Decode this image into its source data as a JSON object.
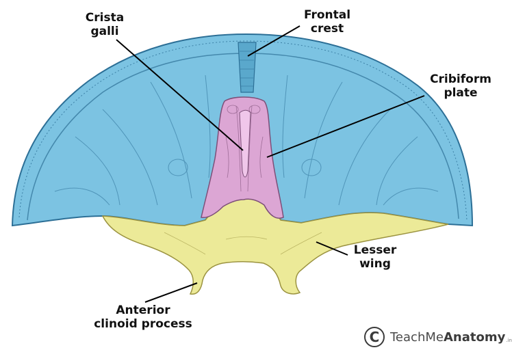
{
  "labels": {
    "crista_galli": [
      "Crista",
      "galli"
    ],
    "frontal_crest": [
      "Frontal",
      "crest"
    ],
    "cribriform_plate": [
      "Cribiform",
      "plate"
    ],
    "lesser_wing": [
      "Lesser",
      "wing"
    ],
    "anterior_clinoid_process": [
      "Anterior",
      "clinoid process"
    ]
  },
  "logo": {
    "mark": "C",
    "word_light": "TeachMe",
    "word_bold": "Anatomy",
    "tld": ".info"
  },
  "colors": {
    "frontal_bone": "#7cc3e2",
    "frontal_bone_dark": "#2c6f96",
    "ethmoid": "#dca6d4",
    "ethmoid_dark": "#7d4f78",
    "sphenoid": "#ecea98",
    "sphenoid_dark": "#9b9340",
    "pointer_line": "#000000"
  }
}
